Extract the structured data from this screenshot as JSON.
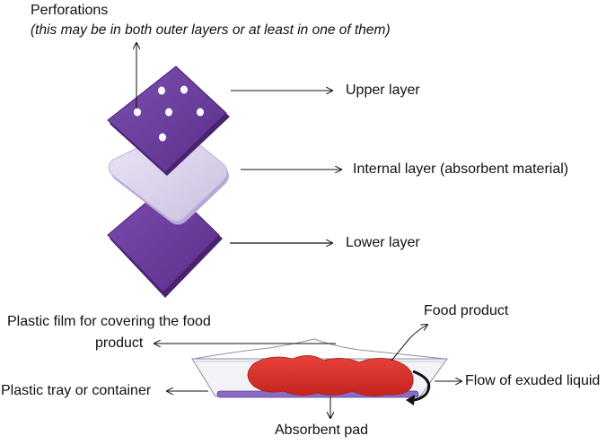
{
  "labels": {
    "perforations": "Perforations",
    "perforations_note": "(this may be in both outer layers or at least in one of them)",
    "upper_layer": "Upper layer",
    "internal_layer": "Internal layer (absorbent material)",
    "lower_layer": "Lower layer",
    "plastic_film_line1": "Plastic film for covering the food",
    "plastic_film_line2": "product",
    "food_product": "Food product",
    "plastic_tray": "Plastic tray or container",
    "flow": "Flow of exuded liquid",
    "absorbent_pad": "Absorbent pad"
  },
  "colors": {
    "outer_layer": "#6a3d9a",
    "outer_layer_edge": "#4a2370",
    "internal_layer": "#d9d0ea",
    "food": "#d9302b",
    "pad": "#8a6cc4",
    "tray_edge": "#8a8aa0",
    "arrow": "#111111"
  }
}
